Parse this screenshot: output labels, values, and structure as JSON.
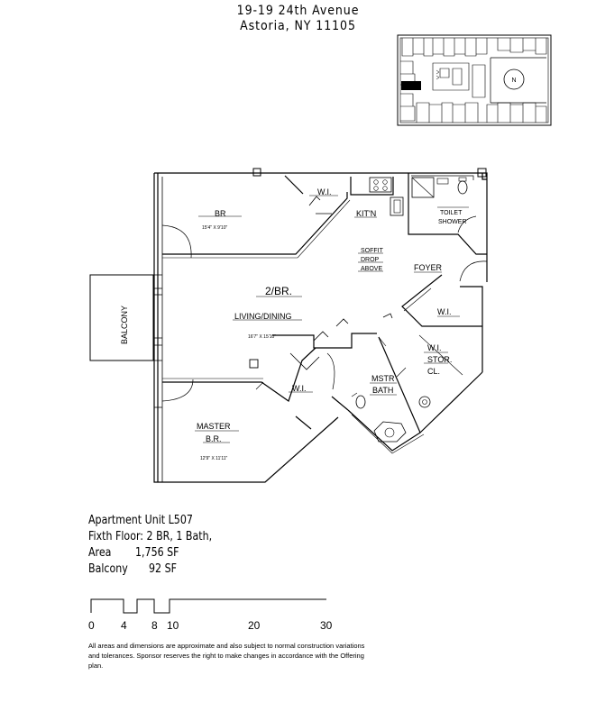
{
  "address": {
    "line1": "19-19 24th Avenue",
    "line2": "Astoria, NY 11105"
  },
  "rooms": {
    "br": "BR",
    "br_dim": "15'4\" X 9'10\"",
    "wi1": "W.I.",
    "kitchen": "KIT'N",
    "toilet": "TOILET",
    "shower": "SHOWER",
    "soffit1": "SOFFIT",
    "soffit2": "DROP",
    "soffit3": "ABOVE",
    "foyer": "FOYER",
    "unit_type": "2/BR.",
    "living": "LIVING/DINING",
    "living_dim": "16'7\" X 15'10\"",
    "wi2": "W.I.",
    "balcony": "BALCONY",
    "stor1": "W.I.",
    "stor2": "STOR.",
    "stor3": "CL.",
    "wi3": "W.I.",
    "mstr_bath1": "MSTR",
    "mstr_bath2": "BATH",
    "master1": "MASTER",
    "master2": "B.R.",
    "master_dim": "12'9\" X 11'11\""
  },
  "keyplan": {
    "north": "N"
  },
  "unit_info": {
    "unit": "Apartment Unit L507",
    "floor": "Fixth Floor: 2 BR, 1 Bath,",
    "area_label": "Area",
    "area_value": "1,756 SF",
    "balcony_label": "Balcony",
    "balcony_value": "92 SF"
  },
  "scale": {
    "ticks": [
      "0",
      "4",
      "8",
      "10",
      "20",
      "30"
    ]
  },
  "disclaimer": "All areas and dimensions are approximate and also subject to normal construction variations and tolerances. Sponsor reserves the right to make changes in accordance with the Offering plan."
}
